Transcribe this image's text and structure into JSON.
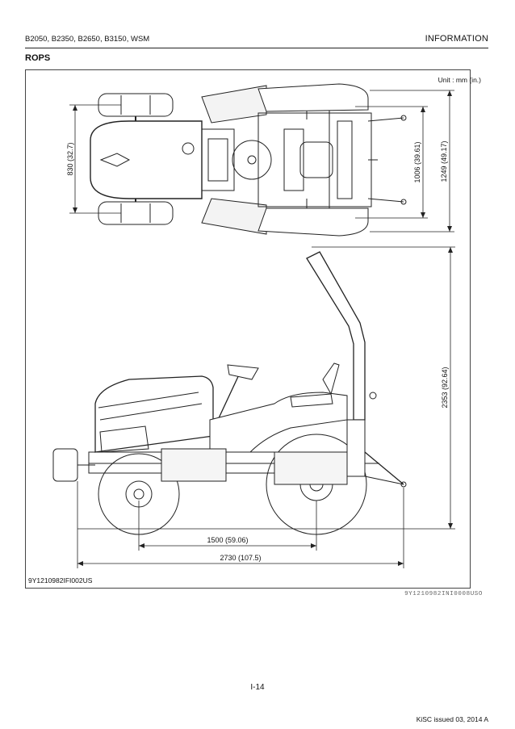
{
  "header": {
    "models": "B2050, B2350, B2650, B3150, WSM",
    "section": "INFORMATION"
  },
  "section_title": "ROPS",
  "figure": {
    "unit_note": "Unit : mm (in.)",
    "figure_code": "9Y1210982IFI002US",
    "reference_code": "9Y1210982INI0008USO",
    "dimensions": {
      "tread_width": "830 (32.7)",
      "rops_width_inner": "1006 (39.61)",
      "overall_width": "1249 (49.17)",
      "overall_height": "2353 (92.64)",
      "wheelbase": "1500 (59.06)",
      "overall_length": "2730 (107.5)"
    }
  },
  "footer": {
    "page_number": "I-14",
    "issued": "KiSC issued 03, 2014 A"
  }
}
